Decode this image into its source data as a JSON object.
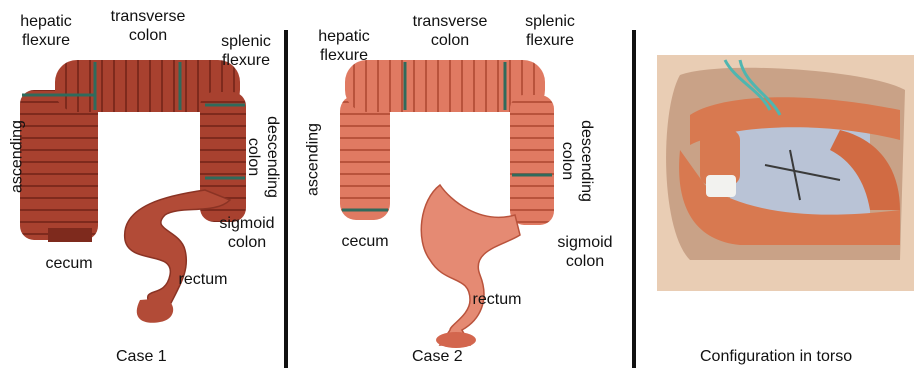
{
  "panels": [
    {
      "caption": "Case 1",
      "labels": {
        "hepatic_flexure": [
          "hepatic",
          "flexure"
        ],
        "transverse_colon": [
          "transverse",
          "colon"
        ],
        "splenic_flexure": [
          "splenic",
          "flexure"
        ],
        "ascending": "ascending",
        "descending_colon": [
          "descending",
          "colon"
        ],
        "sigmoid_colon": [
          "sigmoid",
          "colon"
        ],
        "cecum": "cecum",
        "rectum": "rectum"
      }
    },
    {
      "caption": "Case 2",
      "labels": {
        "hepatic_flexure": [
          "hepatic",
          "flexure"
        ],
        "transverse_colon": [
          "transverse",
          "colon"
        ],
        "splenic_flexure": [
          "splenic",
          "flexure"
        ],
        "ascending": "ascending",
        "descending_colon": [
          "descending",
          "colon"
        ],
        "sigmoid_colon": [
          "sigmoid",
          "colon"
        ],
        "cecum": "cecum",
        "rectum": "rectum"
      }
    },
    {
      "caption": "Configuration in torso"
    }
  ],
  "colors": {
    "colon_case1": "#a8412f",
    "colon_case2": "#e07a62",
    "band": "#2f6b5c",
    "torso_skin": "#e9cdb4",
    "divider": "#111111"
  }
}
